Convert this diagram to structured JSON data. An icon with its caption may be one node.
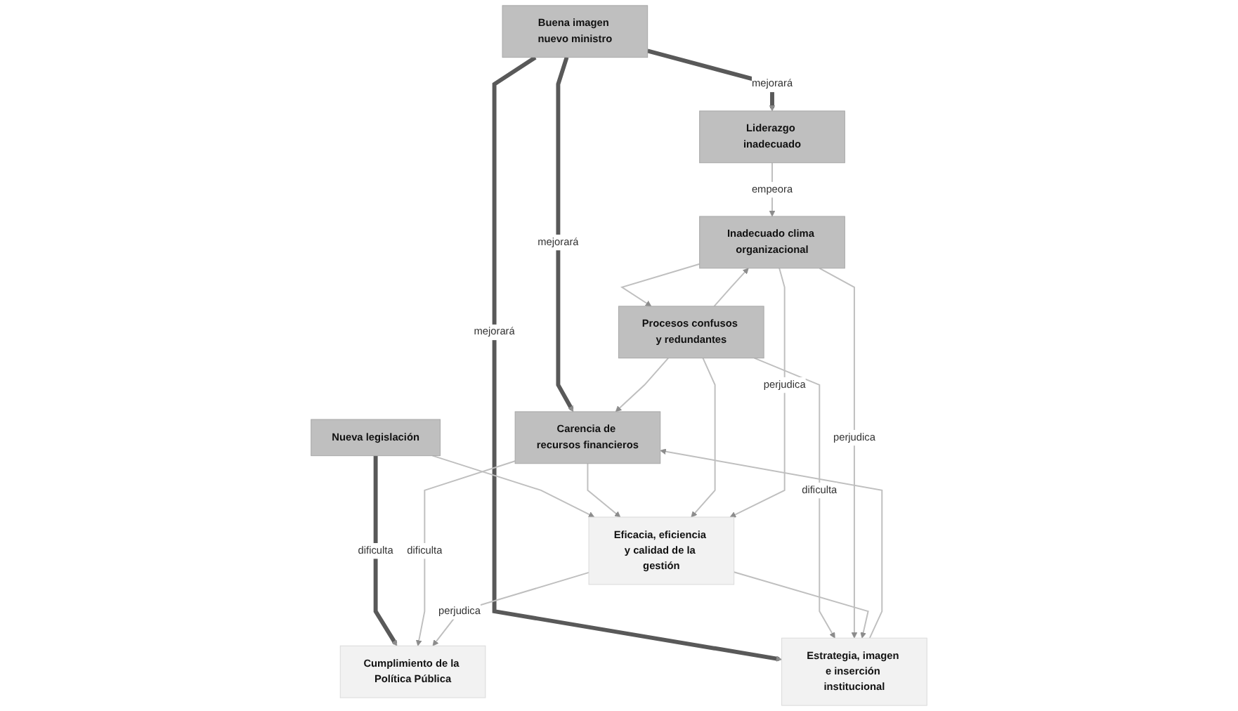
{
  "diagram": {
    "nodes": [
      {
        "text": [
          "Buena imagen nuevo ministro"
        ]
      },
      {
        "text": [
          "Liderazgo inadecuado"
        ]
      },
      {
        "text": [
          "Nueva legislación"
        ]
      },
      {
        "text": [
          "Carencia de recursos financieros"
        ]
      },
      {
        "text": [
          "Procesos confusos y redundantes"
        ]
      },
      {
        "text": [
          "Inadecuado clima organizacional"
        ]
      },
      {
        "text": [
          "Cumplimiento de la Política Pública"
        ]
      },
      {
        "text": [
          "Estrategia, imagen e inserción institucional"
        ]
      },
      {
        "text": [
          "Eficacia, eficiencia y calidad de la gestión"
        ]
      }
    ],
    "edges": [
      {
        "from": 0,
        "to": 1,
        "arrow": "to",
        "label": "mejorará",
        "style": "thick",
        "color": "#595959"
      },
      {
        "from": 0,
        "to": 3,
        "arrow": "to",
        "label": "mejorará",
        "style": "thick",
        "color": "#595959"
      },
      {
        "from": 0,
        "to": 7,
        "arrow": "to",
        "label": "mejorará",
        "style": "thick",
        "color": "#595959"
      },
      {
        "from": 1,
        "to": 5,
        "arrow": "to",
        "label": "empeora"
      },
      {
        "from": 4,
        "to": 3,
        "arrow": "to"
      },
      {
        "from": 4,
        "to": 5,
        "arrow": "to"
      },
      {
        "from": 5,
        "to": 4,
        "arrow": "to"
      },
      {
        "from": 2,
        "to": 6,
        "arrow": "to",
        "label": "dificulta",
        "style": "thick",
        "color": "#595959"
      },
      {
        "from": 2,
        "to": 8,
        "arrow": "to"
      },
      {
        "from": 3,
        "to": 6,
        "arrow": "to",
        "label": "dificulta"
      },
      {
        "from": 3,
        "to": 8,
        "arrow": "to"
      },
      {
        "from": 7,
        "to": 3,
        "arrow": "to"
      },
      {
        "from": 4,
        "to": 7,
        "arrow": "to",
        "label": "dificulta"
      },
      {
        "from": 4,
        "to": 8,
        "arrow": "to"
      },
      {
        "from": 5,
        "to": 7,
        "arrow": "to",
        "label": "perjudica"
      },
      {
        "from": 5,
        "to": 8,
        "arrow": "to",
        "label": "perjudica"
      },
      {
        "from": 8,
        "to": 7,
        "arrow": "to"
      },
      {
        "from": 8,
        "to": 6,
        "arrow": "to",
        "label": "perjudica"
      }
    ]
  }
}
